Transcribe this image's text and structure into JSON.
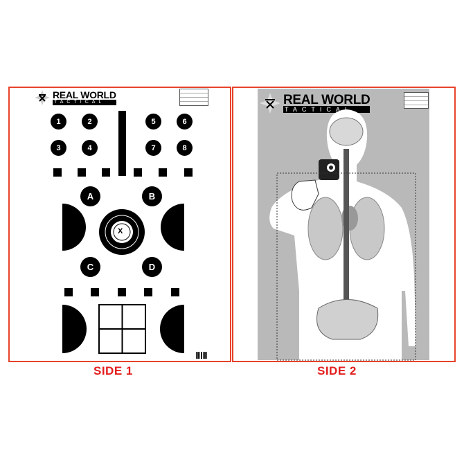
{
  "side1": {
    "label": "SIDE 1",
    "logo": {
      "line1": "REAL WORLD",
      "line2": "TACTICAL"
    },
    "numbered_targets": [
      "1",
      "2",
      "3",
      "4",
      "5",
      "6",
      "7",
      "8"
    ],
    "letter_targets": [
      "A",
      "B",
      "C",
      "D"
    ],
    "center_target": "X"
  },
  "side2": {
    "label": "SIDE 2",
    "logo": {
      "line1": "REAL WORLD",
      "line2": "TACTICAL"
    }
  },
  "colors": {
    "border": "#e8432a",
    "label": "#e41e1e",
    "side2_background": "#b9b9b9"
  }
}
